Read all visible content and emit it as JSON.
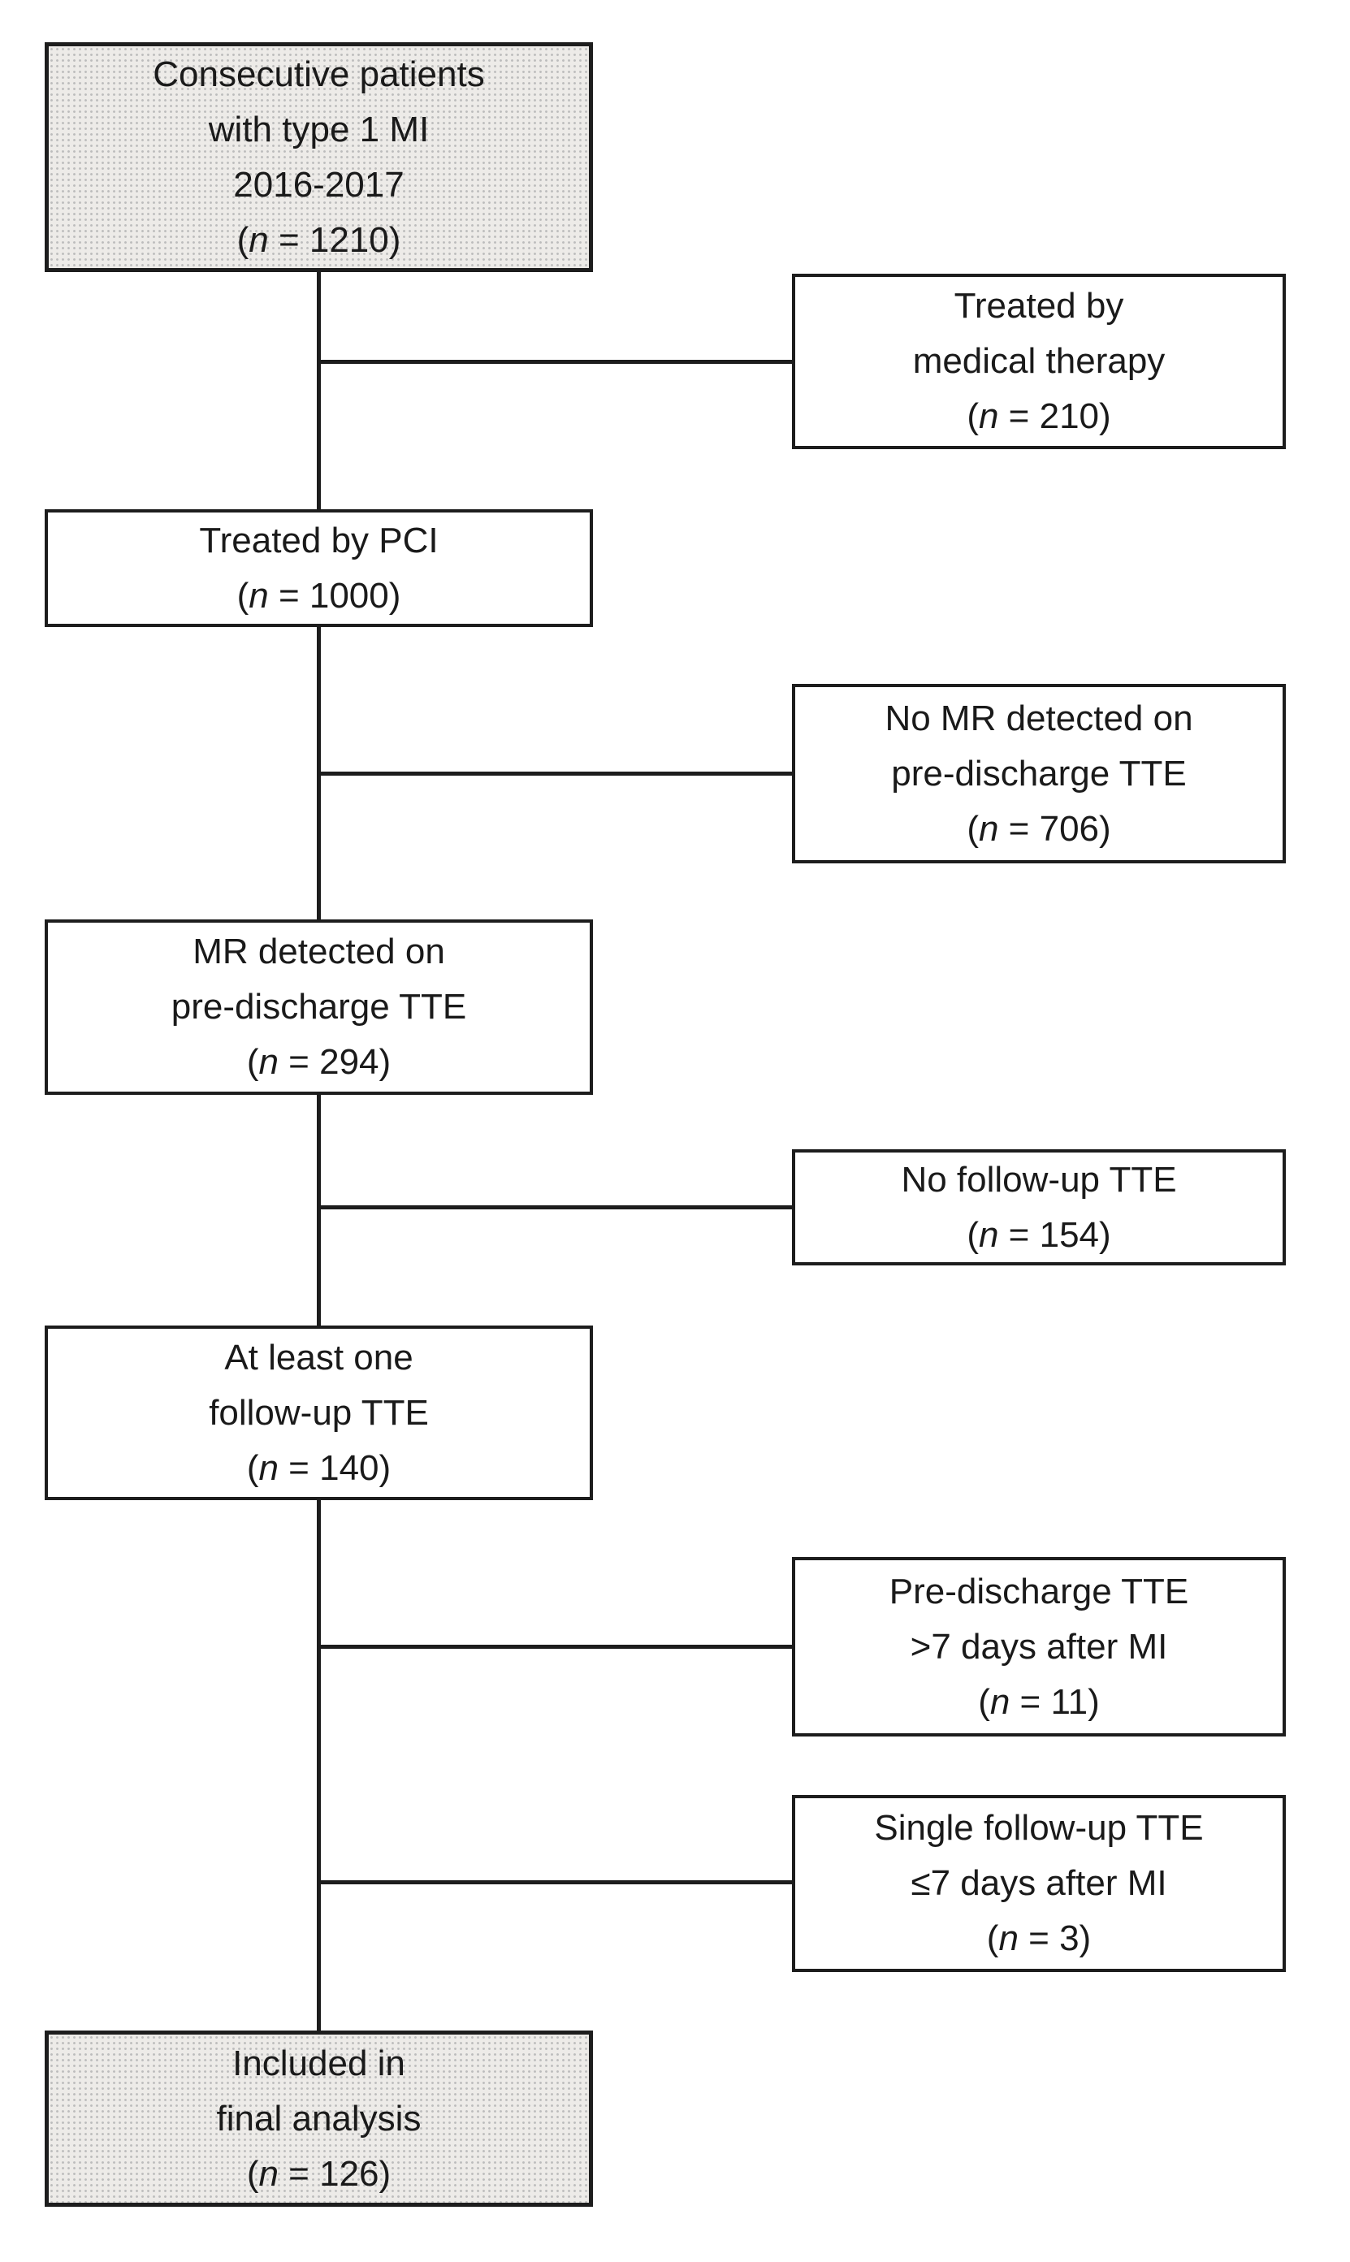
{
  "diagram": {
    "kind": "patient-flow-chart",
    "colors": {
      "background": "#ffffff",
      "box_border": "#1d1d1d",
      "connector_line": "#1d1d1d",
      "shaded_box_fill": "#edebe8",
      "text": "#1a1a1a"
    }
  },
  "flow_boxes": [
    {
      "shaded": true,
      "lines": [
        "Consecutive patients",
        "with type 1 MI",
        "2016-2017"
      ],
      "n_line": {
        "pre": "(",
        "var": "n",
        "post": " = 1210)"
      }
    },
    {
      "shaded": false,
      "lines": [
        "Treated by PCI"
      ],
      "n_line": {
        "pre": "(",
        "var": "n",
        "post": " = 1000)"
      }
    },
    {
      "shaded": false,
      "lines": [
        "MR detected on",
        "pre-discharge TTE"
      ],
      "n_line": {
        "pre": "(",
        "var": "n",
        "post": " = 294)"
      }
    },
    {
      "shaded": false,
      "lines": [
        "At least one",
        "follow-up TTE"
      ],
      "n_line": {
        "pre": "(",
        "var": "n",
        "post": " = 140)"
      }
    },
    {
      "shaded": true,
      "lines": [
        "Included in",
        "final analysis"
      ],
      "n_line": {
        "pre": "(",
        "var": "n",
        "post": " = 126)"
      }
    }
  ],
  "exclusion_boxes": [
    {
      "lines": [
        "Treated by",
        "medical therapy"
      ],
      "n_line": {
        "pre": "(",
        "var": "n",
        "post": " = 210)"
      }
    },
    {
      "lines": [
        "No MR detected on",
        "pre-discharge TTE"
      ],
      "n_line": {
        "pre": "(",
        "var": "n",
        "post": " = 706)"
      }
    },
    {
      "lines": [
        "No follow-up TTE"
      ],
      "n_line": {
        "pre": "(",
        "var": "n",
        "post": " = 154)"
      }
    },
    {
      "lines": [
        "Pre-discharge TTE",
        ">7 days after MI"
      ],
      "n_line": {
        "pre": "(",
        "var": "n",
        "post": " = 11)"
      }
    },
    {
      "lines": [
        "Single follow-up TTE",
        "≤7 days after MI"
      ],
      "n_line": {
        "pre": "(",
        "var": "n",
        "post": " = 3)"
      }
    }
  ]
}
